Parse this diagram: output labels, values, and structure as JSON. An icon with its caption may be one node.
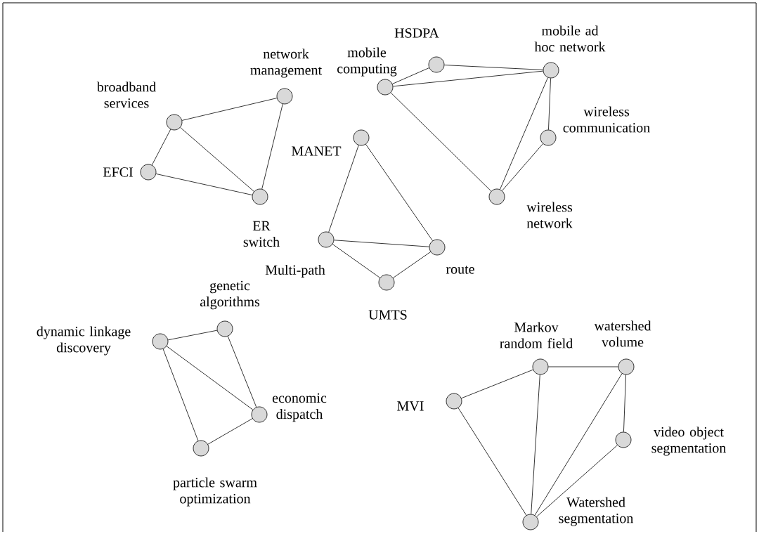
{
  "diagram": {
    "nodes": [
      {
        "text": [
          "network management"
        ]
      },
      {
        "text": [
          "broadband services"
        ]
      },
      {
        "text": [
          "EFCI"
        ]
      },
      {
        "text": [
          "ER switch"
        ]
      },
      {
        "text": [
          "mobile computing"
        ]
      },
      {
        "text": [
          "HSDPA"
        ]
      },
      {
        "text": [
          "mobile ad hoc network"
        ]
      },
      {
        "text": [
          "wireless communication"
        ]
      },
      {
        "text": [
          "wireless network"
        ]
      },
      {
        "text": [
          "MANET"
        ]
      },
      {
        "text": [
          "Multi-path"
        ]
      },
      {
        "text": [
          "route"
        ]
      },
      {
        "text": [
          "UMTS"
        ]
      },
      {
        "text": [
          "genetic algorithms"
        ]
      },
      {
        "text": [
          "dynamic linkage discovery"
        ]
      },
      {
        "text": [
          "economic dispatch"
        ]
      },
      {
        "text": [
          "particle swarm optimization"
        ]
      },
      {
        "text": [
          "Markov random field"
        ]
      },
      {
        "text": [
          "watershed volume"
        ]
      },
      {
        "text": [
          "MVI"
        ]
      },
      {
        "text": [
          "video object segmentation"
        ]
      },
      {
        "text": [
          "Watershed segmentation"
        ]
      }
    ],
    "edges": [
      {
        "from": 1,
        "to": 0,
        "arrow": "none"
      },
      {
        "from": 1,
        "to": 2,
        "arrow": "none"
      },
      {
        "from": 1,
        "to": 3,
        "arrow": "none"
      },
      {
        "from": 2,
        "to": 3,
        "arrow": "none"
      },
      {
        "from": 0,
        "to": 3,
        "arrow": "none"
      },
      {
        "from": 4,
        "to": 5,
        "arrow": "none"
      },
      {
        "from": 5,
        "to": 6,
        "arrow": "none"
      },
      {
        "from": 4,
        "to": 6,
        "arrow": "none"
      },
      {
        "from": 4,
        "to": 8,
        "arrow": "none"
      },
      {
        "from": 6,
        "to": 8,
        "arrow": "none"
      },
      {
        "from": 6,
        "to": 7,
        "arrow": "none"
      },
      {
        "from": 7,
        "to": 8,
        "arrow": "none"
      },
      {
        "from": 9,
        "to": 10,
        "arrow": "none"
      },
      {
        "from": 9,
        "to": 11,
        "arrow": "none"
      },
      {
        "from": 10,
        "to": 11,
        "arrow": "none"
      },
      {
        "from": 10,
        "to": 12,
        "arrow": "none"
      },
      {
        "from": 12,
        "to": 11,
        "arrow": "none"
      },
      {
        "from": 14,
        "to": 13,
        "arrow": "none"
      },
      {
        "from": 14,
        "to": 15,
        "arrow": "none"
      },
      {
        "from": 14,
        "to": 16,
        "arrow": "none"
      },
      {
        "from": 13,
        "to": 15,
        "arrow": "none"
      },
      {
        "from": 15,
        "to": 16,
        "arrow": "none"
      },
      {
        "from": 17,
        "to": 18,
        "arrow": "none"
      },
      {
        "from": 19,
        "to": 17,
        "arrow": "none"
      },
      {
        "from": 19,
        "to": 21,
        "arrow": "none"
      },
      {
        "from": 17,
        "to": 21,
        "arrow": "none"
      },
      {
        "from": 18,
        "to": 21,
        "arrow": "none"
      },
      {
        "from": 18,
        "to": 20,
        "arrow": "none"
      },
      {
        "from": 20,
        "to": 21,
        "arrow": "none"
      }
    ]
  }
}
